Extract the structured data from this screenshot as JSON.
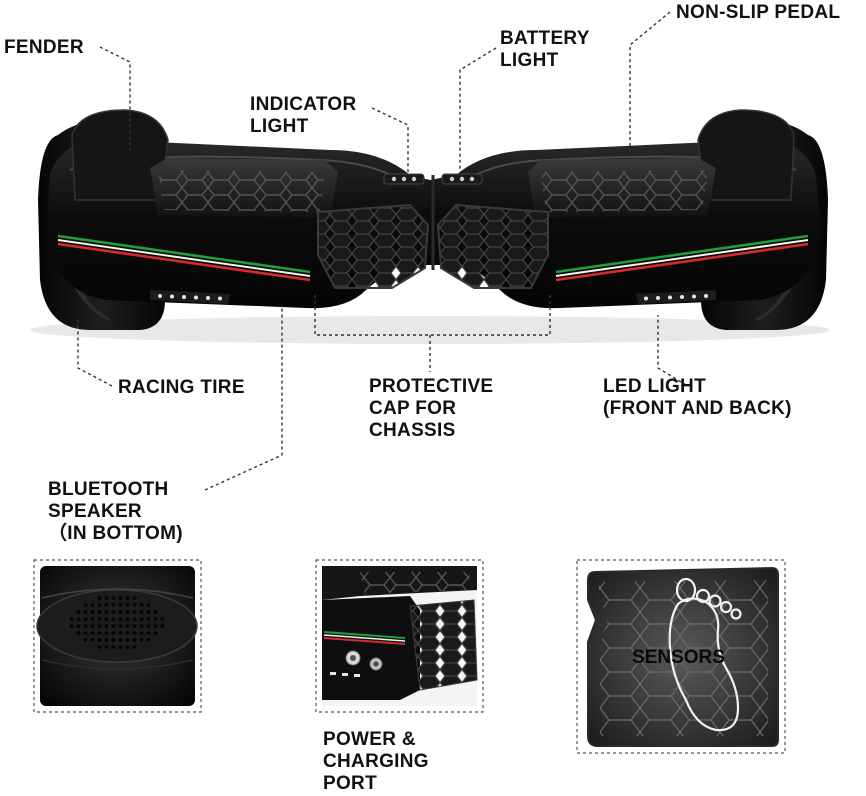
{
  "diagram": {
    "labels": {
      "fender": "FENDER",
      "battery_light": [
        "BATTERY",
        "LIGHT"
      ],
      "non_slip_pedal": "NON-SLIP PEDAL",
      "indicator_light": [
        "INDICATOR",
        "LIGHT"
      ],
      "racing_tire": "RACING TIRE",
      "protective_cap": [
        "PROTECTIVE",
        "CAP FOR",
        "CHASSIS"
      ],
      "led_light": [
        "LED LIGHT",
        "(FRONT AND BACK)"
      ],
      "bluetooth_speaker": [
        "BLUETOOTH",
        "SPEAKER",
        "（IN BOTTOM)"
      ],
      "power_port": [
        "POWER &",
        "CHARGING",
        "PORT"
      ],
      "sensors": "SENSORS"
    },
    "colors": {
      "body": "#0b0b0b",
      "stripe_green": "#1f9e3a",
      "stripe_white": "#f2f2f2",
      "stripe_red": "#d62b2b",
      "leader": "#333333"
    }
  }
}
